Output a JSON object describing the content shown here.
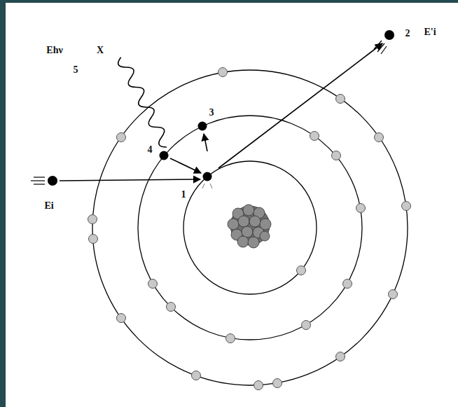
{
  "diagram": {
    "labels": [
      "Ehν",
      "X",
      "5",
      "2",
      "E'i",
      "4",
      "3",
      "1",
      "Ei"
    ]
  }
}
